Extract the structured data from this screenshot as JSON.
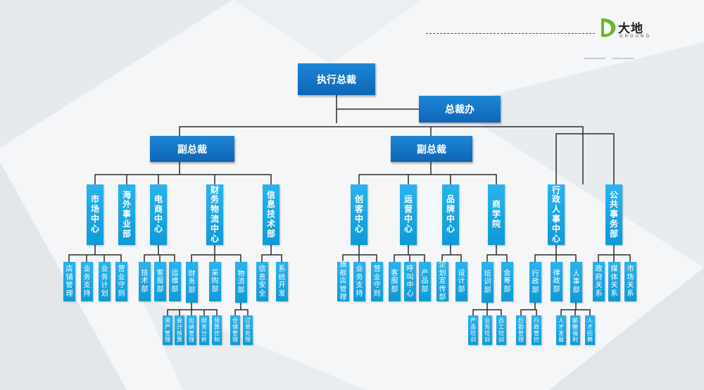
{
  "logo": {
    "name": "大地",
    "sub": "GROUND"
  },
  "chart": {
    "ceo": "执行总裁",
    "office": "总裁办",
    "vp_left": "副总裁",
    "vp_right": "副总裁",
    "left_centers": [
      "市场中心",
      "海外事业部",
      "电商中心",
      "财务物流中心",
      "信息技术部"
    ],
    "right_centers": [
      "创客中心",
      "运营中心",
      "品牌中心",
      "商学院"
    ],
    "office_centers": [
      "行政人事中心",
      "公共事务部"
    ],
    "market_depts": [
      "店铺管理",
      "业务支持",
      "业务计划",
      "营业守则"
    ],
    "ecom_depts": [
      "技术部",
      "客服部",
      "运维部"
    ],
    "finlog_depts": [
      "财务部",
      "采购部",
      "物流部"
    ],
    "finance_sub": [
      "资产管理",
      "会计核算",
      "出纳管理",
      "财务分析",
      "预算控制"
    ],
    "logistics_sub": [
      "仓储管理",
      "订单处理"
    ],
    "it_depts": [
      "信息安全",
      "系统开发"
    ],
    "maker_depts": [
      "旗舰店管理",
      "业务支持",
      "营业守则"
    ],
    "ops_depts": [
      "客服部",
      "呼叫中心",
      "产品部"
    ],
    "brand_depts": [
      "企划宣传部",
      "设计部"
    ],
    "school_depts": [
      "培训部",
      "会筹部"
    ],
    "training_sub": [
      "产品培训",
      "业务培训",
      "员工培训"
    ],
    "hr_depts": [
      "行政部",
      "律政部",
      "人事部"
    ],
    "admin_sub": [
      "后勤管理",
      "行政管控"
    ],
    "personnel_sub": [
      "人才发展",
      "薪酬福利",
      "人才招聘"
    ],
    "pub_depts": [
      "政府关系",
      "媒体关系",
      "市场关系"
    ]
  }
}
